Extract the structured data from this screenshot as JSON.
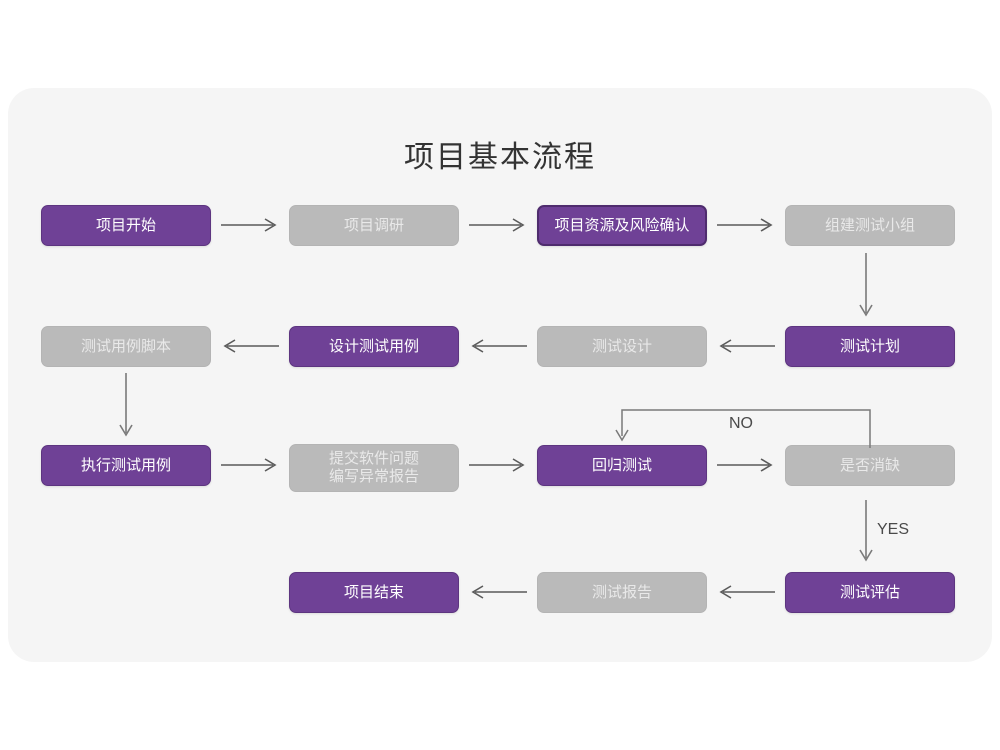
{
  "chart_data": {
    "type": "diagram",
    "title": "项目基本流程",
    "nodes": [
      {
        "id": "n1",
        "label": "项目开始",
        "style": "purple",
        "row": 1,
        "col": 1
      },
      {
        "id": "n2",
        "label": "项目调研",
        "style": "gray",
        "row": 1,
        "col": 2
      },
      {
        "id": "n3",
        "label": "项目资源及风险确认",
        "style": "purple-outlined",
        "row": 1,
        "col": 3
      },
      {
        "id": "n4",
        "label": "组建测试小组",
        "style": "gray",
        "row": 1,
        "col": 4
      },
      {
        "id": "n5",
        "label": "测试用例脚本",
        "style": "gray",
        "row": 2,
        "col": 1
      },
      {
        "id": "n6",
        "label": "设计测试用例",
        "style": "purple",
        "row": 2,
        "col": 2
      },
      {
        "id": "n7",
        "label": "测试设计",
        "style": "gray",
        "row": 2,
        "col": 3
      },
      {
        "id": "n8",
        "label": "测试计划",
        "style": "purple",
        "row": 2,
        "col": 4
      },
      {
        "id": "n9",
        "label": "执行测试用例",
        "style": "purple",
        "row": 3,
        "col": 1
      },
      {
        "id": "n10",
        "label": "提交软件问题\n编写异常报告",
        "style": "gray",
        "row": 3,
        "col": 2
      },
      {
        "id": "n11",
        "label": "回归测试",
        "style": "purple",
        "row": 3,
        "col": 3
      },
      {
        "id": "n12",
        "label": "是否消缺",
        "style": "gray",
        "row": 3,
        "col": 4
      },
      {
        "id": "n13",
        "label": "项目结束",
        "style": "purple",
        "row": 4,
        "col": 2
      },
      {
        "id": "n14",
        "label": "测试报告",
        "style": "gray",
        "row": 4,
        "col": 3
      },
      {
        "id": "n15",
        "label": "测试评估",
        "style": "purple",
        "row": 4,
        "col": 4
      }
    ],
    "edges": [
      {
        "from": "n1",
        "to": "n2",
        "dir": "right",
        "label": ""
      },
      {
        "from": "n2",
        "to": "n3",
        "dir": "right",
        "label": ""
      },
      {
        "from": "n3",
        "to": "n4",
        "dir": "right",
        "label": ""
      },
      {
        "from": "n4",
        "to": "n8",
        "dir": "down",
        "label": ""
      },
      {
        "from": "n8",
        "to": "n7",
        "dir": "left",
        "label": ""
      },
      {
        "from": "n7",
        "to": "n6",
        "dir": "left",
        "label": ""
      },
      {
        "from": "n6",
        "to": "n5",
        "dir": "left",
        "label": ""
      },
      {
        "from": "n5",
        "to": "n9",
        "dir": "down",
        "label": ""
      },
      {
        "from": "n9",
        "to": "n10",
        "dir": "right",
        "label": ""
      },
      {
        "from": "n10",
        "to": "n11",
        "dir": "right",
        "label": ""
      },
      {
        "from": "n11",
        "to": "n12",
        "dir": "right",
        "label": ""
      },
      {
        "from": "n12",
        "to": "n11",
        "dir": "loop-up-left",
        "label": "NO"
      },
      {
        "from": "n12",
        "to": "n15",
        "dir": "down",
        "label": "YES"
      },
      {
        "from": "n15",
        "to": "n14",
        "dir": "left",
        "label": ""
      },
      {
        "from": "n14",
        "to": "n13",
        "dir": "left",
        "label": ""
      }
    ],
    "labels": {
      "no": "NO",
      "yes": "YES"
    },
    "colors": {
      "purple": "#6f4196",
      "purple_border": "#4f2c6e",
      "gray": "#bababa",
      "gray_text": "#e9e9e9",
      "panel_bg": "#f5f5f5",
      "page_bg": "#ffffff",
      "title_text": "#333333",
      "arrow": "#5a5a5a"
    }
  },
  "title": "项目基本流程",
  "nodes": {
    "n1": "项目开始",
    "n2": "项目调研",
    "n3": "项目资源及风险确认",
    "n4": "组建测试小组",
    "n5": "测试用例脚本",
    "n6": "设计测试用例",
    "n7": "测试设计",
    "n8": "测试计划",
    "n9": "执行测试用例",
    "n10": "提交软件问题\n编写异常报告",
    "n11": "回归测试",
    "n12": "是否消缺",
    "n13": "项目结束",
    "n14": "测试报告",
    "n15": "测试评估"
  },
  "labels": {
    "no": "NO",
    "yes": "YES"
  }
}
